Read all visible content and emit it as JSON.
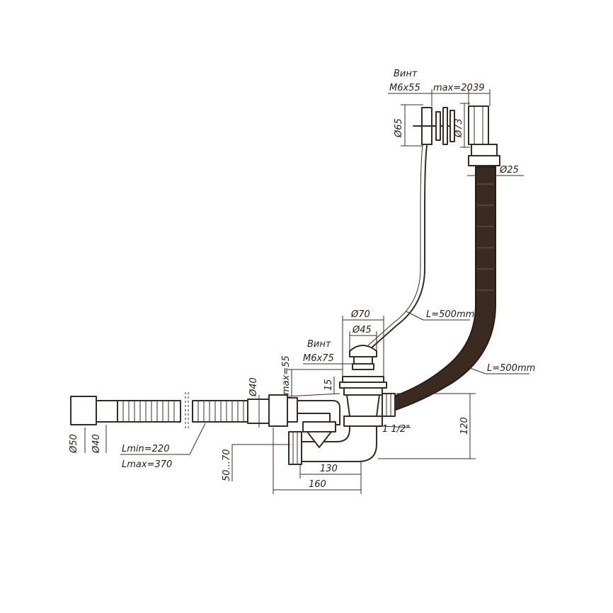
{
  "labels": {
    "screw_top": "Винт",
    "screw_top_size": "M6x55",
    "top_max": "max=20",
    "top_depth": "39",
    "d65": "Ø65",
    "d73": "Ø73",
    "d25": "Ø25",
    "cable_length": "L=500mm",
    "hose_length": "L=500mm",
    "d70": "Ø70",
    "d45": "Ø45",
    "screw_bottom": "Винт",
    "screw_bottom_size": "M6x75",
    "max55": "max=55",
    "d15": "15",
    "d40_top": "Ø40",
    "thread": "1 1/2\"",
    "h120": "120",
    "d50": "Ø50",
    "d40_left": "Ø40",
    "lmin": "Lmin=220",
    "lmax": "Lmax=370",
    "h50_70": "50...70",
    "w130": "130",
    "w160": "160"
  },
  "colors": {
    "line": "#3a2a20",
    "hose": "#3b2a1f"
  }
}
